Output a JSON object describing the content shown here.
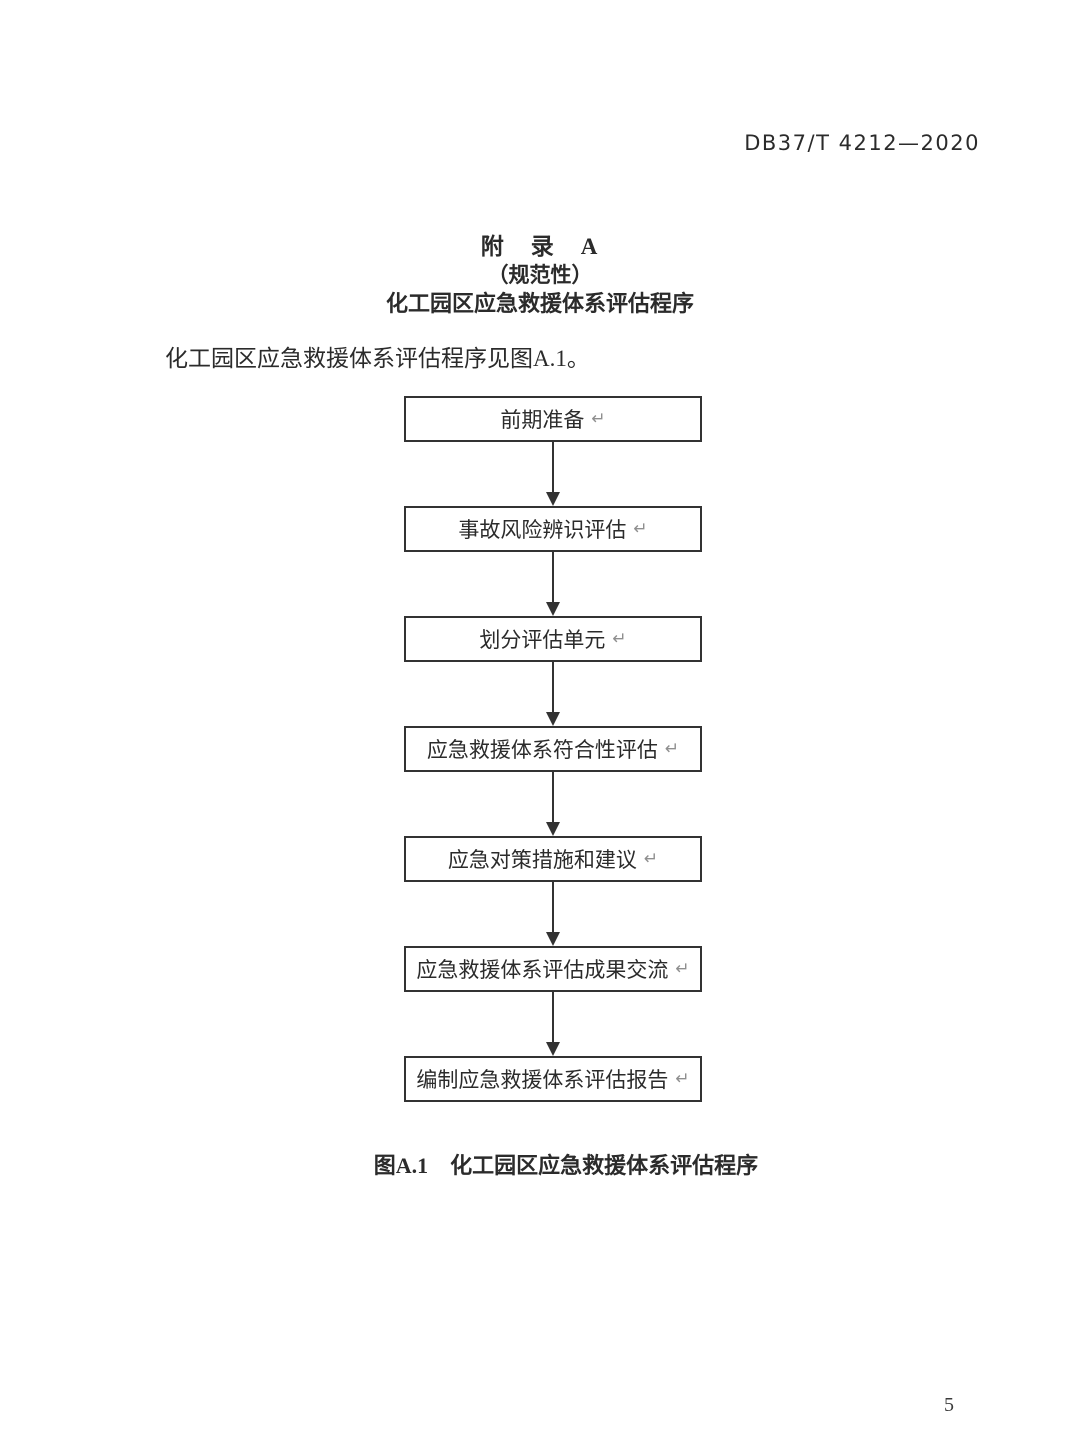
{
  "page": {
    "header_code": "DB37/T 4212—2020",
    "page_number": "5"
  },
  "appendix": {
    "title_line1": "附　录　A",
    "title_line2": "（规范性）",
    "title_line3": "化工园区应急救援体系评估程序",
    "intro": "化工园区应急救援体系评估程序见图A.1。"
  },
  "flowchart": {
    "return_mark": "↵",
    "steps": [
      {
        "label": "前期准备"
      },
      {
        "label": "事故风险辨识评估"
      },
      {
        "label": "划分评估单元"
      },
      {
        "label": "应急救援体系符合性评估"
      },
      {
        "label": "应急对策措施和建议"
      },
      {
        "label": "应急救援体系评估成果交流"
      },
      {
        "label": "编制应急救援体系评估报告"
      }
    ],
    "caption": "图A.1　化工园区应急救援体系评估程序"
  }
}
